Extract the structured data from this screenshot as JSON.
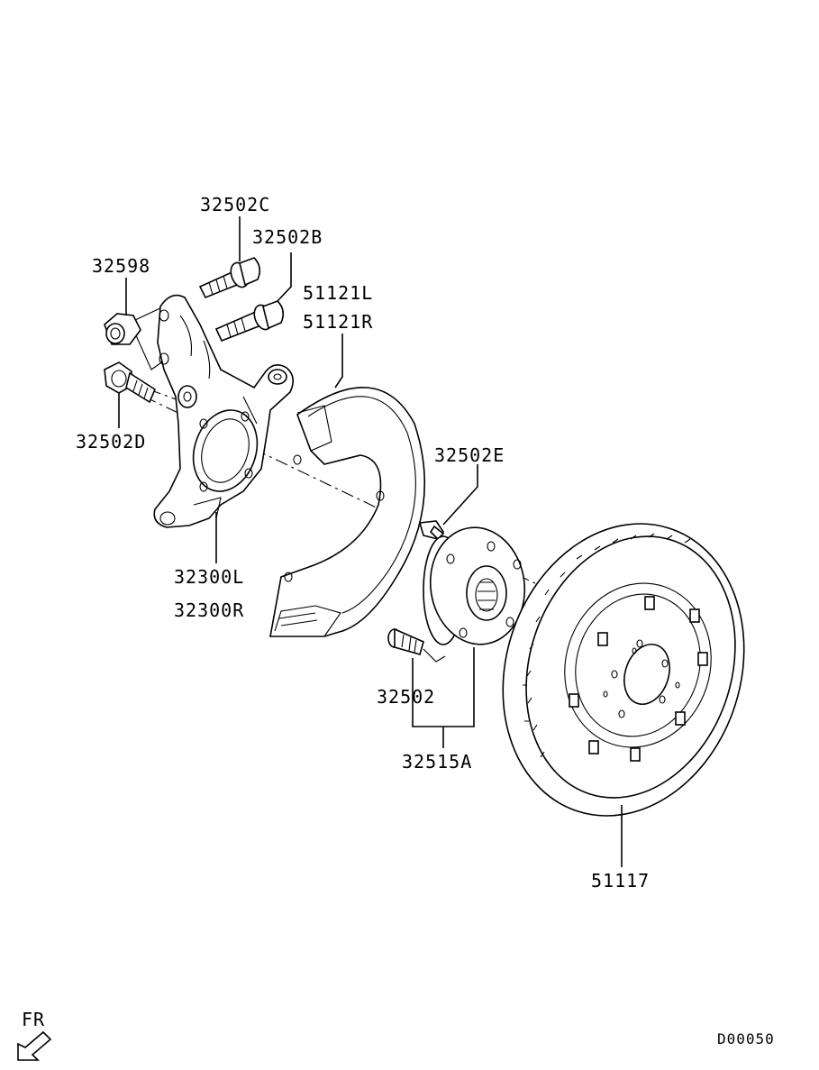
{
  "labels": {
    "p32502C": "32502C",
    "p32502B": "32502B",
    "p32598": "32598",
    "p51121L": "51121L",
    "p51121R": "51121R",
    "p32502D": "32502D",
    "p32502E": "32502E",
    "p32300L": "32300L",
    "p32300R": "32300R",
    "p32502": "32502",
    "p32515A": "32515A",
    "p51117": "51117",
    "direction": "FR",
    "diagram_code": "D00050"
  }
}
